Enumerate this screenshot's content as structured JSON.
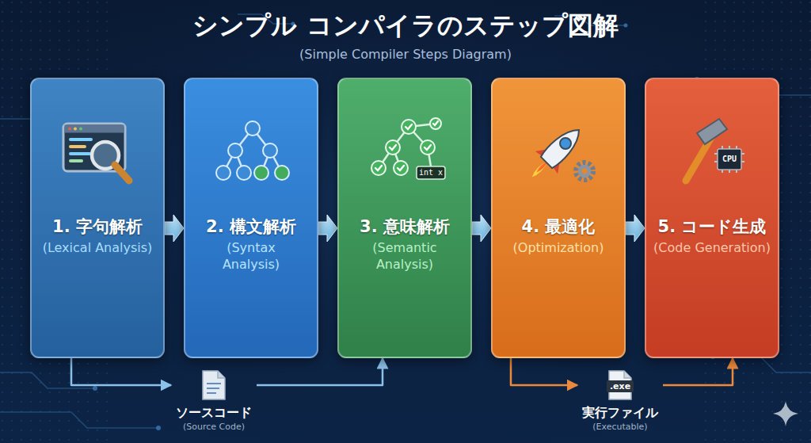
{
  "diagram": {
    "title": "シンプル コンパイラのステップ図解",
    "nodes": [
      {
        "text": [
          "1. 字句解析",
          "(Lexical Analysis)"
        ]
      },
      {
        "text": [
          "2. 構文解析",
          "(Syntax Analysis)"
        ]
      },
      {
        "text": [
          "3. 意味解析",
          "(Semantic Analysis)"
        ]
      },
      {
        "text": [
          "4. 最適化",
          "(Optimization)"
        ]
      },
      {
        "text": [
          "5. コード生成",
          "(Code Generation)"
        ]
      },
      {
        "text": [
          "ソースコード",
          "(Source Code)"
        ]
      },
      {
        "text": [
          ".exe",
          "実行ファイル",
          "(Executable)"
        ]
      }
    ],
    "edges": [
      {
        "from": 0,
        "to": 1,
        "arrow": "to"
      },
      {
        "from": 1,
        "to": 2,
        "arrow": "to"
      },
      {
        "from": 2,
        "to": 3,
        "arrow": "to"
      },
      {
        "from": 3,
        "to": 4,
        "arrow": "to"
      },
      {
        "from": 0,
        "to": 5,
        "arrow": "to"
      },
      {
        "from": 5,
        "to": 2,
        "arrow": "to"
      },
      {
        "from": 3,
        "to": 6,
        "arrow": "to"
      },
      {
        "from": 6,
        "to": 4,
        "arrow": "to"
      }
    ],
    "labels": [
      "(Simple Compiler Steps Diagram)",
      "int x",
      "CPU"
    ]
  }
}
